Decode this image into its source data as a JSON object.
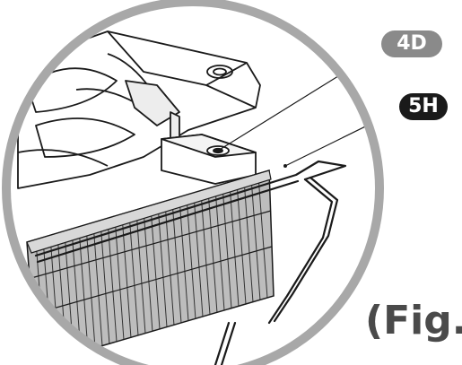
{
  "callouts": {
    "label_4d": "4D",
    "label_5h": "5H"
  },
  "caption": {
    "text": "(Fig."
  },
  "colors": {
    "ring": "#a8a8a8",
    "badge_4d": "#8a8a8a",
    "badge_5h": "#1a1a1a",
    "caption": "#4a4a4a",
    "line_art": "#1a1a1a"
  },
  "icons": {
    "fan": "fan-frame-illustration",
    "heatsink": "heatsink-fins-illustration",
    "clip": "wire-clip-illustration"
  }
}
